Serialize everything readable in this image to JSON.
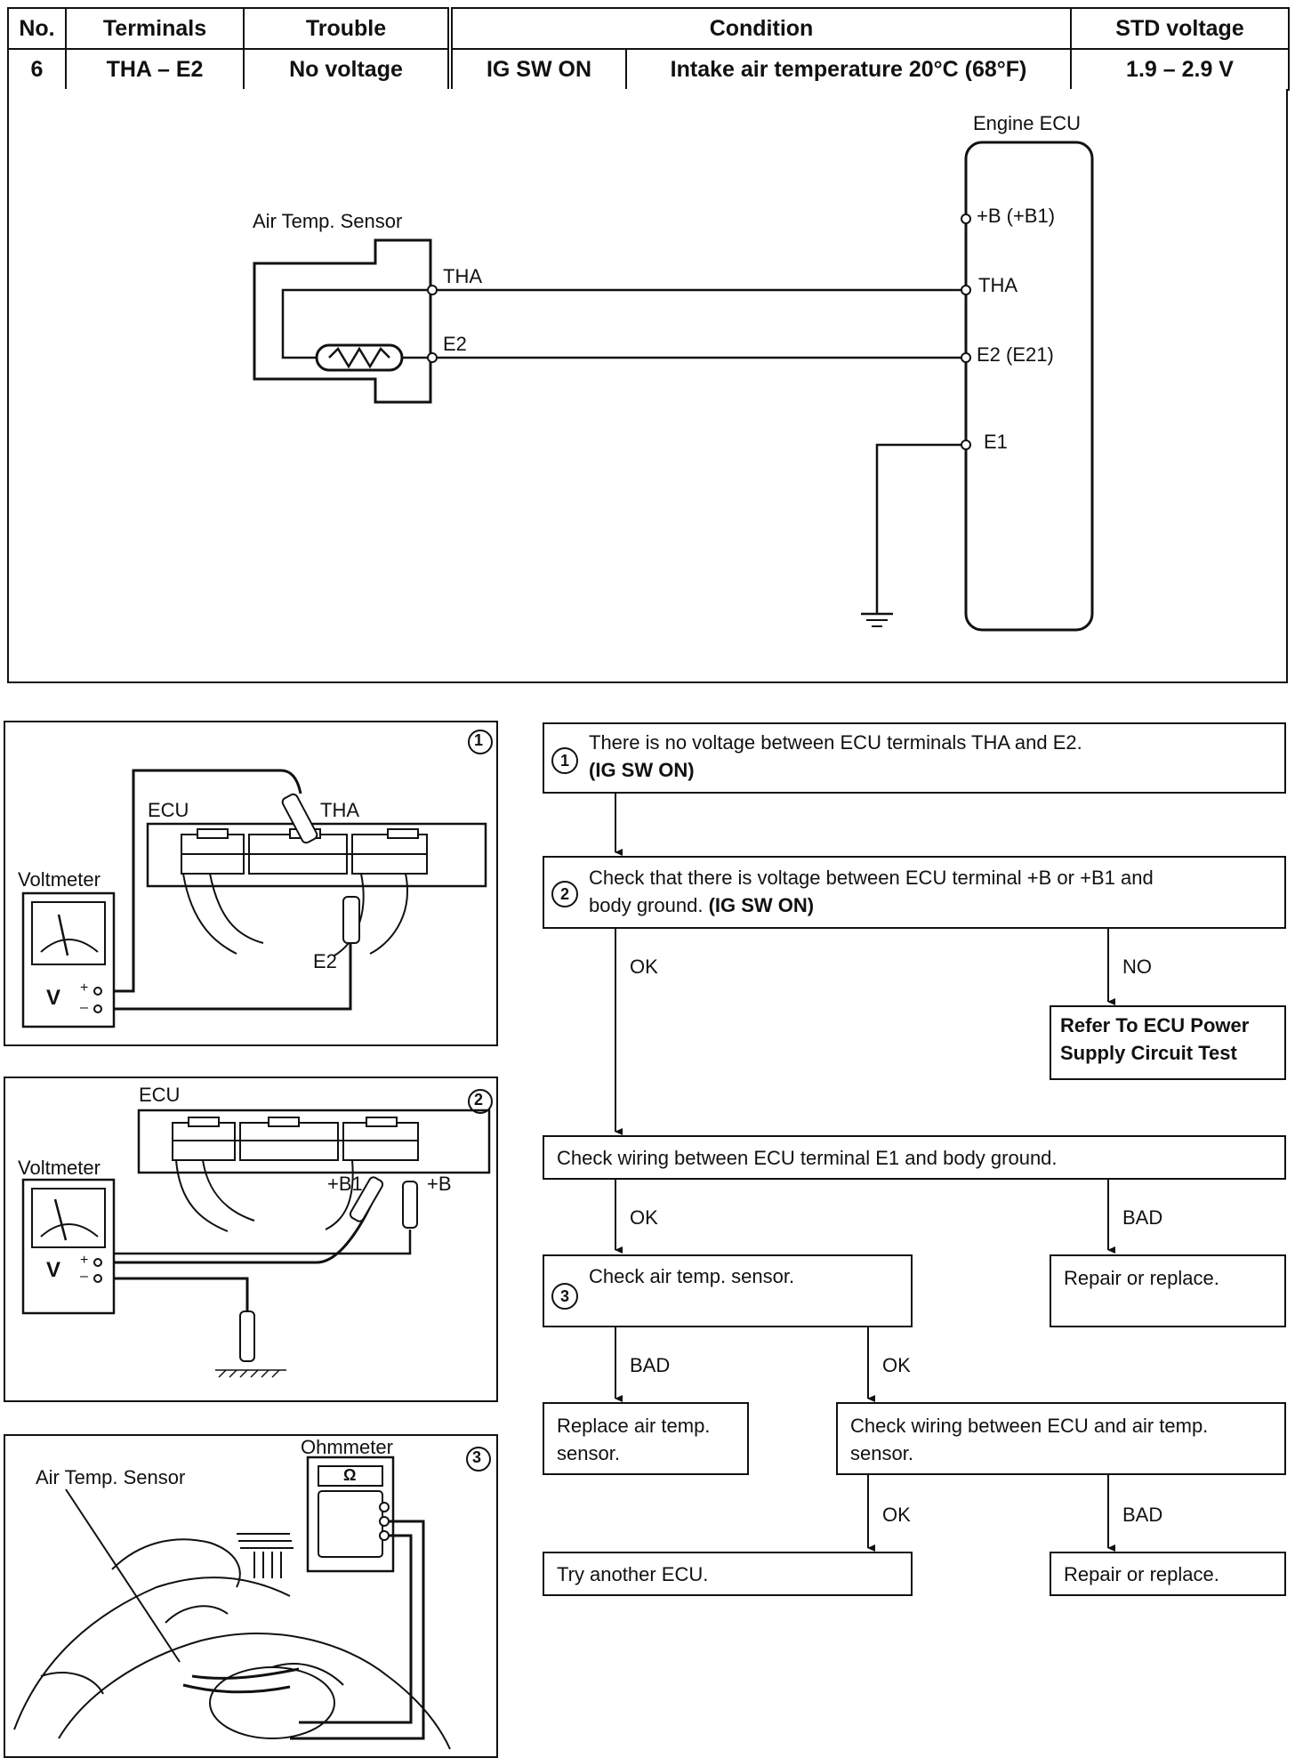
{
  "table": {
    "headers": [
      "No.",
      "Terminals",
      "Trouble",
      "Condition",
      "STD voltage"
    ],
    "row": {
      "no": "6",
      "terminals": "THA – E2",
      "trouble": "No voltage",
      "condition_ig": "IG SW ON",
      "condition_temp": "Intake air temperature 20°C (68°F)",
      "std_voltage": "1.9 – 2.9 V"
    }
  },
  "circuit": {
    "sensor_title": "Air Temp. Sensor",
    "sensor_tha": "THA",
    "sensor_e2": "E2",
    "ecu_title": "Engine ECU",
    "ecu_b": "+B (+B1)",
    "ecu_tha": "THA",
    "ecu_e2": "E2 (E21)",
    "ecu_e1": "E1"
  },
  "illus1": {
    "num": "1",
    "ecu": "ECU",
    "tha": "THA",
    "voltmeter": "Voltmeter",
    "e2": "E2",
    "v": "V",
    "plus": "+",
    "minus": "–"
  },
  "illus2": {
    "num": "2",
    "ecu": "ECU",
    "voltmeter": "Voltmeter",
    "b1": "+B1",
    "b": "+B",
    "v": "V",
    "plus": "+",
    "minus": "–"
  },
  "illus3": {
    "num": "3",
    "ohmmeter": "Ohmmeter",
    "sensor": "Air Temp. Sensor",
    "omega": "Ω"
  },
  "flow": {
    "step1_num": "1",
    "step1_text": "There is no voltage between ECU terminals THA and E2.",
    "step1_cond": "(IG SW ON)",
    "step2_num": "2",
    "step2_text_a": "Check that there is voltage between ECU terminal +B or +B1 and",
    "step2_text_b": "body ground.",
    "step2_cond": "(IG SW ON)",
    "ok1": "OK",
    "no1": "NO",
    "power_ref_a": "Refer To ECU Power",
    "power_ref_b": "Supply Circuit Test",
    "check_e1": "Check wiring between ECU terminal E1 and body ground.",
    "ok2": "OK",
    "bad2": "BAD",
    "step3_num": "3",
    "step3_text": "Check air temp. sensor.",
    "repair1": "Repair or replace.",
    "bad3": "BAD",
    "ok3": "OK",
    "replace_a": "Replace air temp.",
    "replace_b": "sensor.",
    "check_wiring_a": "Check wiring between ECU and air temp.",
    "check_wiring_b": "sensor.",
    "ok4": "OK",
    "bad4": "BAD",
    "try_ecu": "Try another ECU.",
    "repair2": "Repair or replace."
  }
}
